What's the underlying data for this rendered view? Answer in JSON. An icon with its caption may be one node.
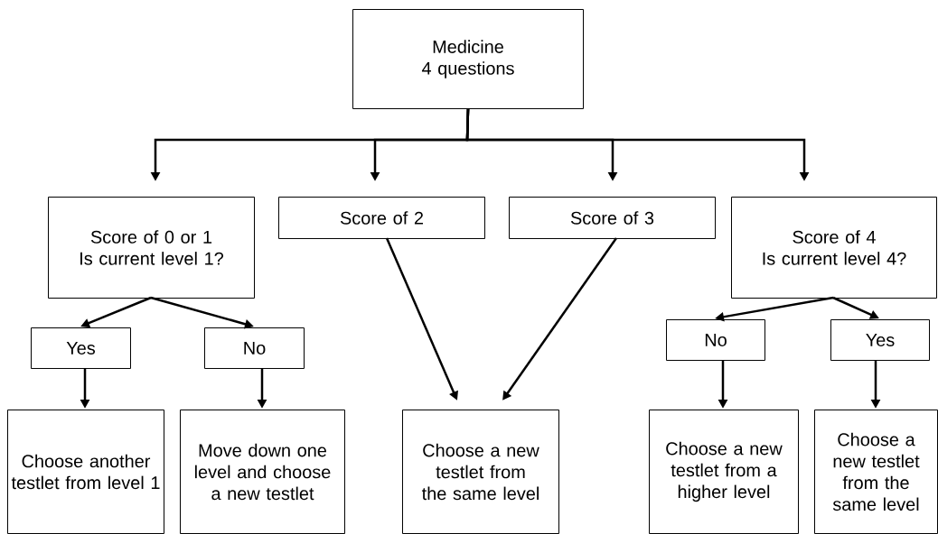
{
  "diagram": {
    "nodes": [
      {
        "text": [
          "Medicine",
          "4 questions"
        ]
      },
      {
        "text": [
          "Score of 0 or 1",
          "Is current level 1?"
        ]
      },
      {
        "text": [
          "Score of 2"
        ]
      },
      {
        "text": [
          "Score of 3"
        ]
      },
      {
        "text": [
          "Score of 4",
          "Is current level 4?"
        ]
      },
      {
        "text": [
          "Yes"
        ]
      },
      {
        "text": [
          "No"
        ]
      },
      {
        "text": [
          "Choose another testlet from level 1"
        ]
      },
      {
        "text": [
          "Move down one level and choose a new testlet"
        ]
      },
      {
        "text": [
          "Choose a new testlet from the same level"
        ]
      },
      {
        "text": [
          "No"
        ]
      },
      {
        "text": [
          "Yes"
        ]
      },
      {
        "text": [
          "Choose a new testlet from a higher level"
        ]
      },
      {
        "text": [
          "Choose a new testlet from the same level"
        ]
      }
    ],
    "edges": [
      {
        "from": 0,
        "to": 1,
        "arrow": "to"
      },
      {
        "from": 0,
        "to": 2,
        "arrow": "to"
      },
      {
        "from": 0,
        "to": 3,
        "arrow": "to"
      },
      {
        "from": 0,
        "to": 4,
        "arrow": "to"
      },
      {
        "from": 1,
        "to": 5,
        "arrow": "to"
      },
      {
        "from": 1,
        "to": 6,
        "arrow": "to"
      },
      {
        "from": 2,
        "to": 9,
        "arrow": "to"
      },
      {
        "from": 3,
        "to": 9,
        "arrow": "to"
      },
      {
        "from": 4,
        "to": 10,
        "arrow": "to"
      },
      {
        "from": 4,
        "to": 11,
        "arrow": "to"
      },
      {
        "from": 5,
        "to": 7,
        "arrow": "to"
      },
      {
        "from": 6,
        "to": 8,
        "arrow": "to"
      },
      {
        "from": 10,
        "to": 12,
        "arrow": "to"
      },
      {
        "from": 11,
        "to": 13,
        "arrow": "to"
      }
    ]
  }
}
